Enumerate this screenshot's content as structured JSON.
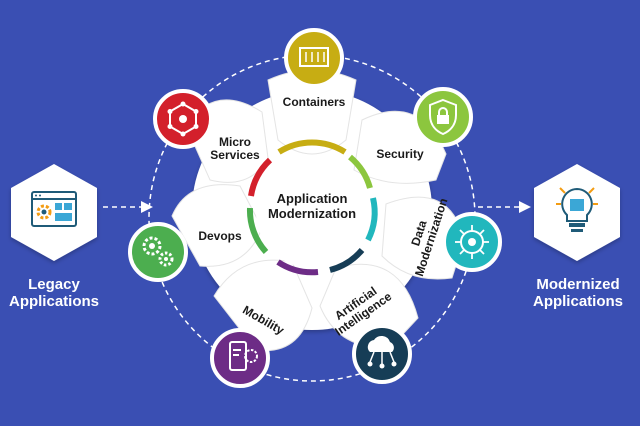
{
  "center": {
    "line1": "Application",
    "line2": "Modernization"
  },
  "left": {
    "line1": "Legacy",
    "line2": "Applications"
  },
  "right": {
    "line1": "Modernized",
    "line2": "Applications"
  },
  "segments": {
    "containers": "Containers",
    "security": "Security",
    "data_modernization_1": "Data",
    "data_modernization_2": "Modernization",
    "artificial_intelligence_1": "Artificial",
    "artificial_intelligence_2": "Intelligence",
    "mobility": "Mobility",
    "devops": "Devops",
    "micro_services_1": "Micro",
    "micro_services_2": "Services"
  },
  "colors": {
    "background": "#3a4fb3",
    "containers": "#c7ad13",
    "security": "#8cc63e",
    "data_modernization": "#21b7bd",
    "artificial_intelligence": "#163d56",
    "mobility": "#6d2c86",
    "devops": "#4cae4f",
    "micro_services": "#d3202b"
  },
  "icons": {
    "containers": "container-icon",
    "security": "shield-lock-icon",
    "data_modernization": "brain-network-icon",
    "artificial_intelligence": "cloud-network-icon",
    "mobility": "mobile-gear-icon",
    "devops": "gears-icon",
    "micro_services": "hexagon-network-icon",
    "legacy": "browser-gear-icon",
    "modernized": "lightbulb-chip-icon"
  }
}
